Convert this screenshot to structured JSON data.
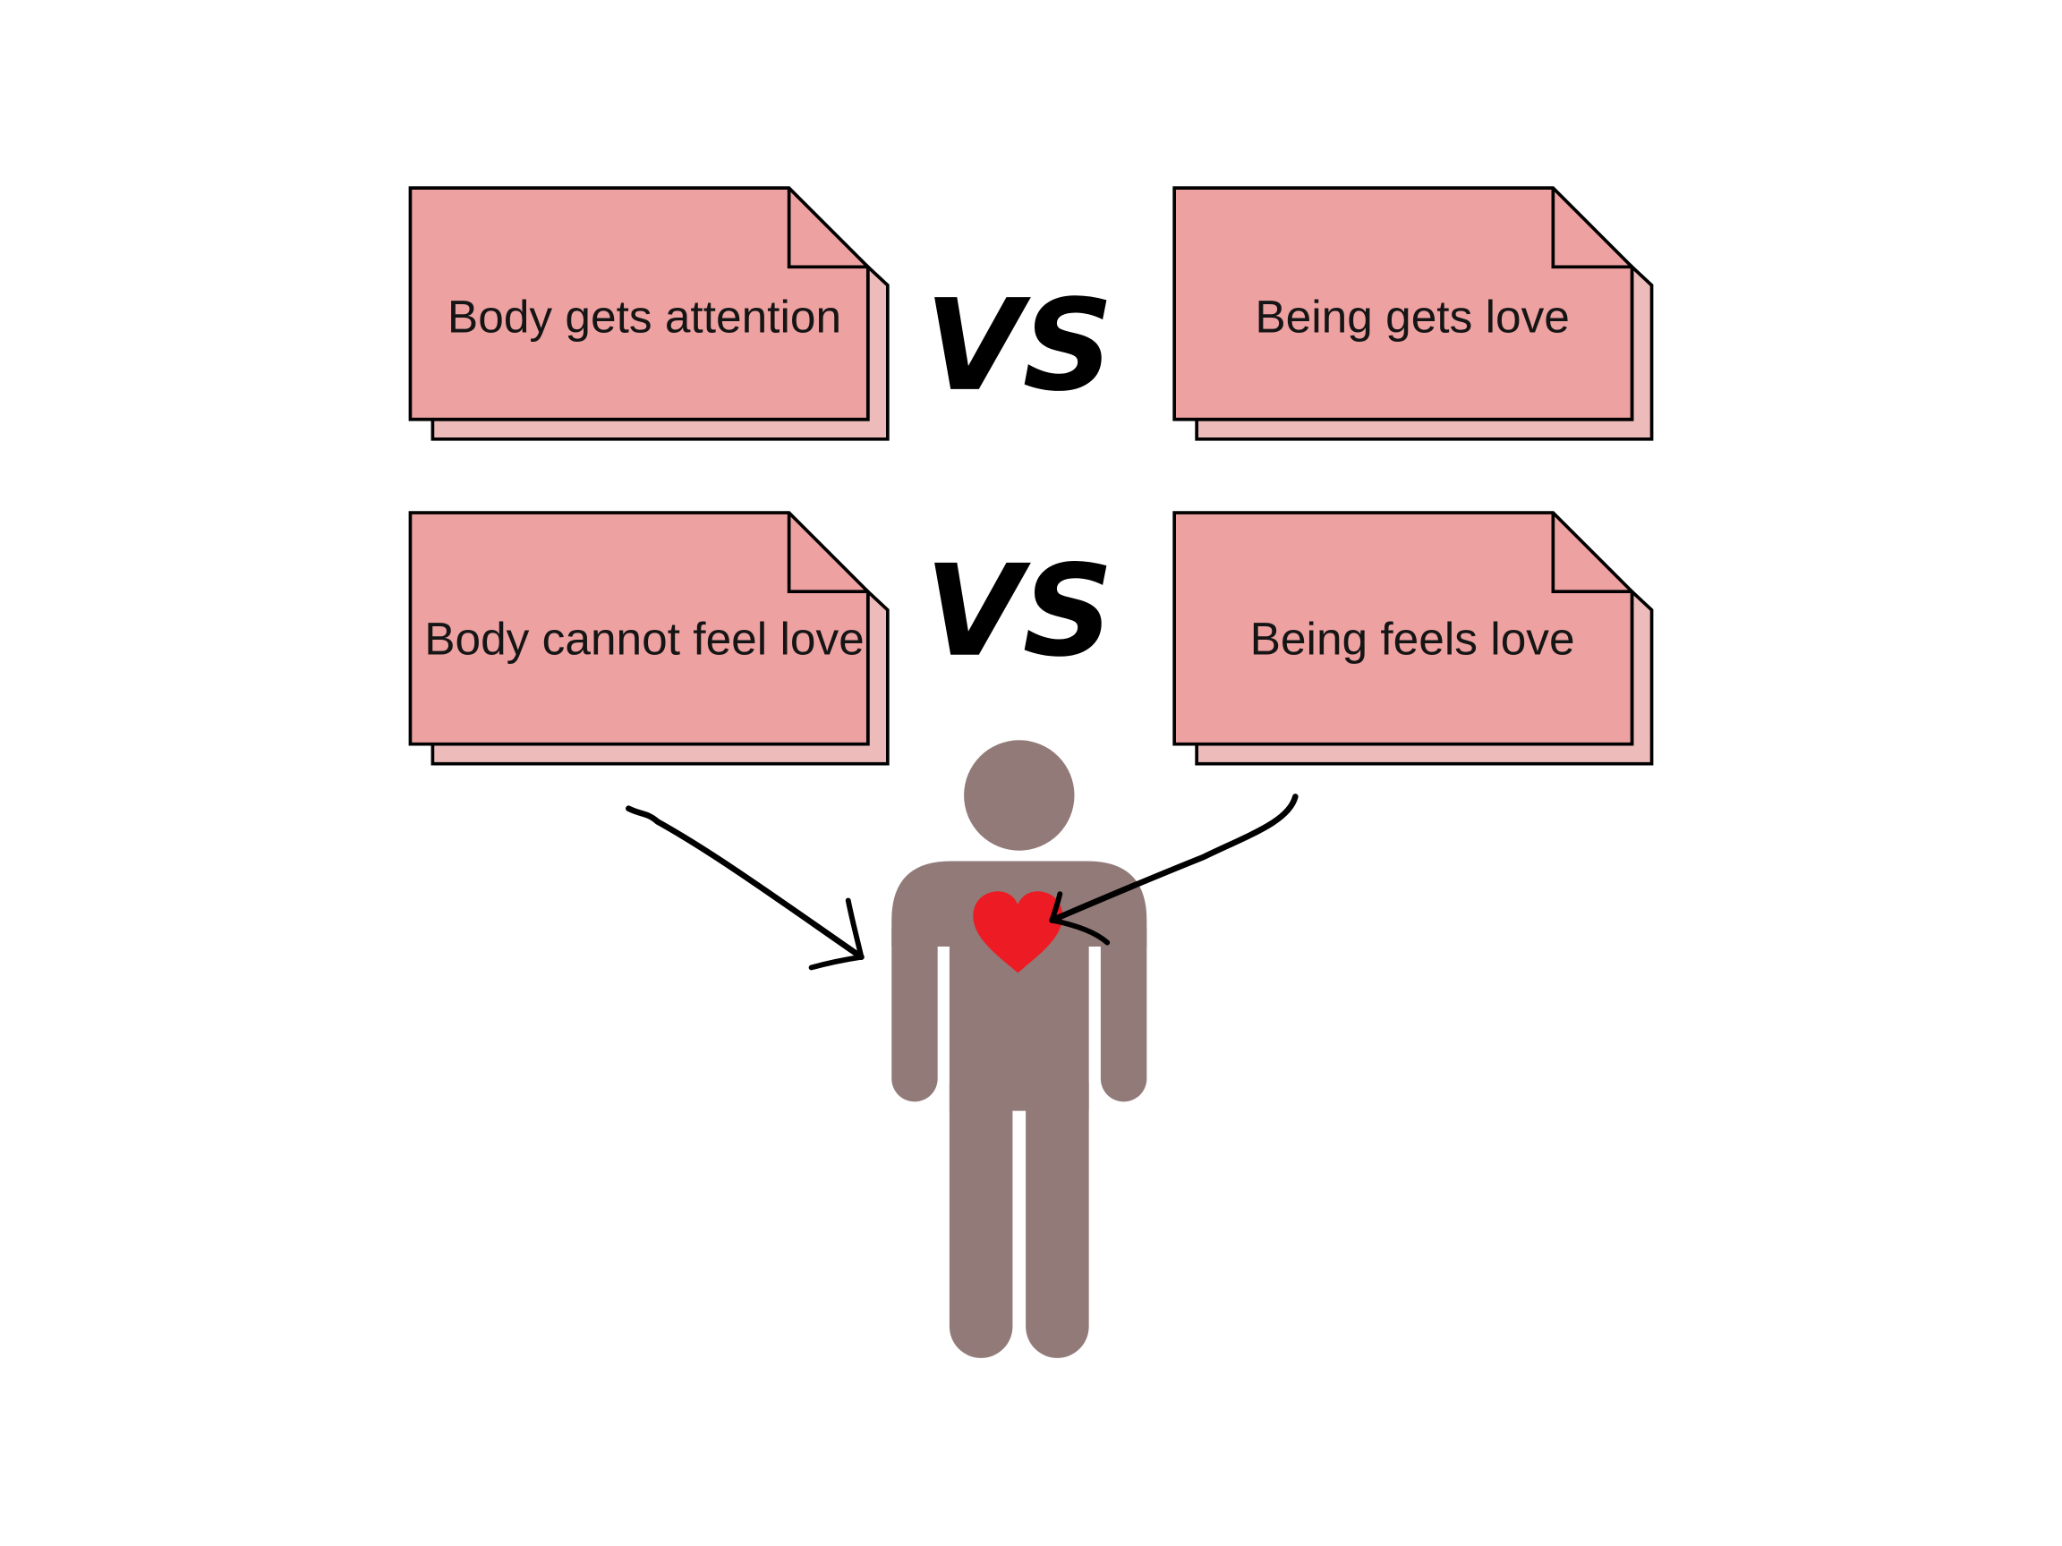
{
  "cards": [
    {
      "text": "Body gets attention"
    },
    {
      "text": "Being gets love"
    },
    {
      "text": "Body cannot feel love"
    },
    {
      "text": "Being feels love"
    }
  ],
  "vs_labels": [
    "VS",
    "VS"
  ],
  "colors": {
    "card_front": "#EEA1A1",
    "card_back": "#EEBBBB",
    "outline": "#000000",
    "figure": "#917A78",
    "heart": "#ED1C24"
  },
  "icons": {
    "figure": "person-figure-icon",
    "heart": "heart-icon"
  }
}
